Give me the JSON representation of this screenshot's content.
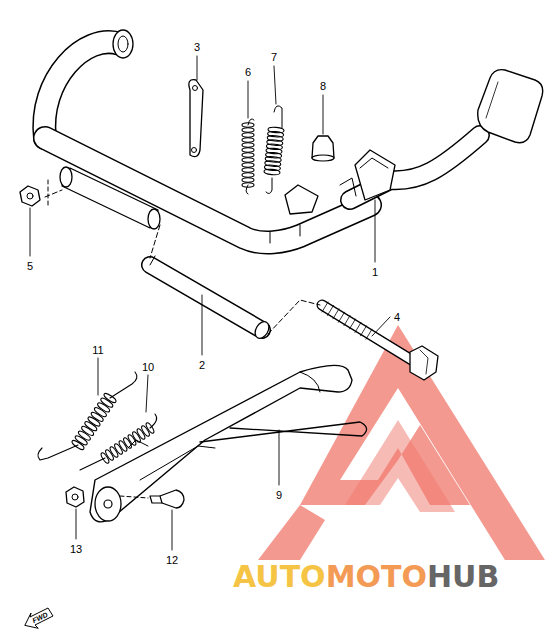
{
  "diagram": {
    "labels": [
      "1",
      "2",
      "3",
      "4",
      "5",
      "6",
      "7",
      "8",
      "9",
      "10",
      "11",
      "12",
      "13",
      "FWD",
      "AUTO",
      "MOTO",
      "HUB"
    ]
  }
}
